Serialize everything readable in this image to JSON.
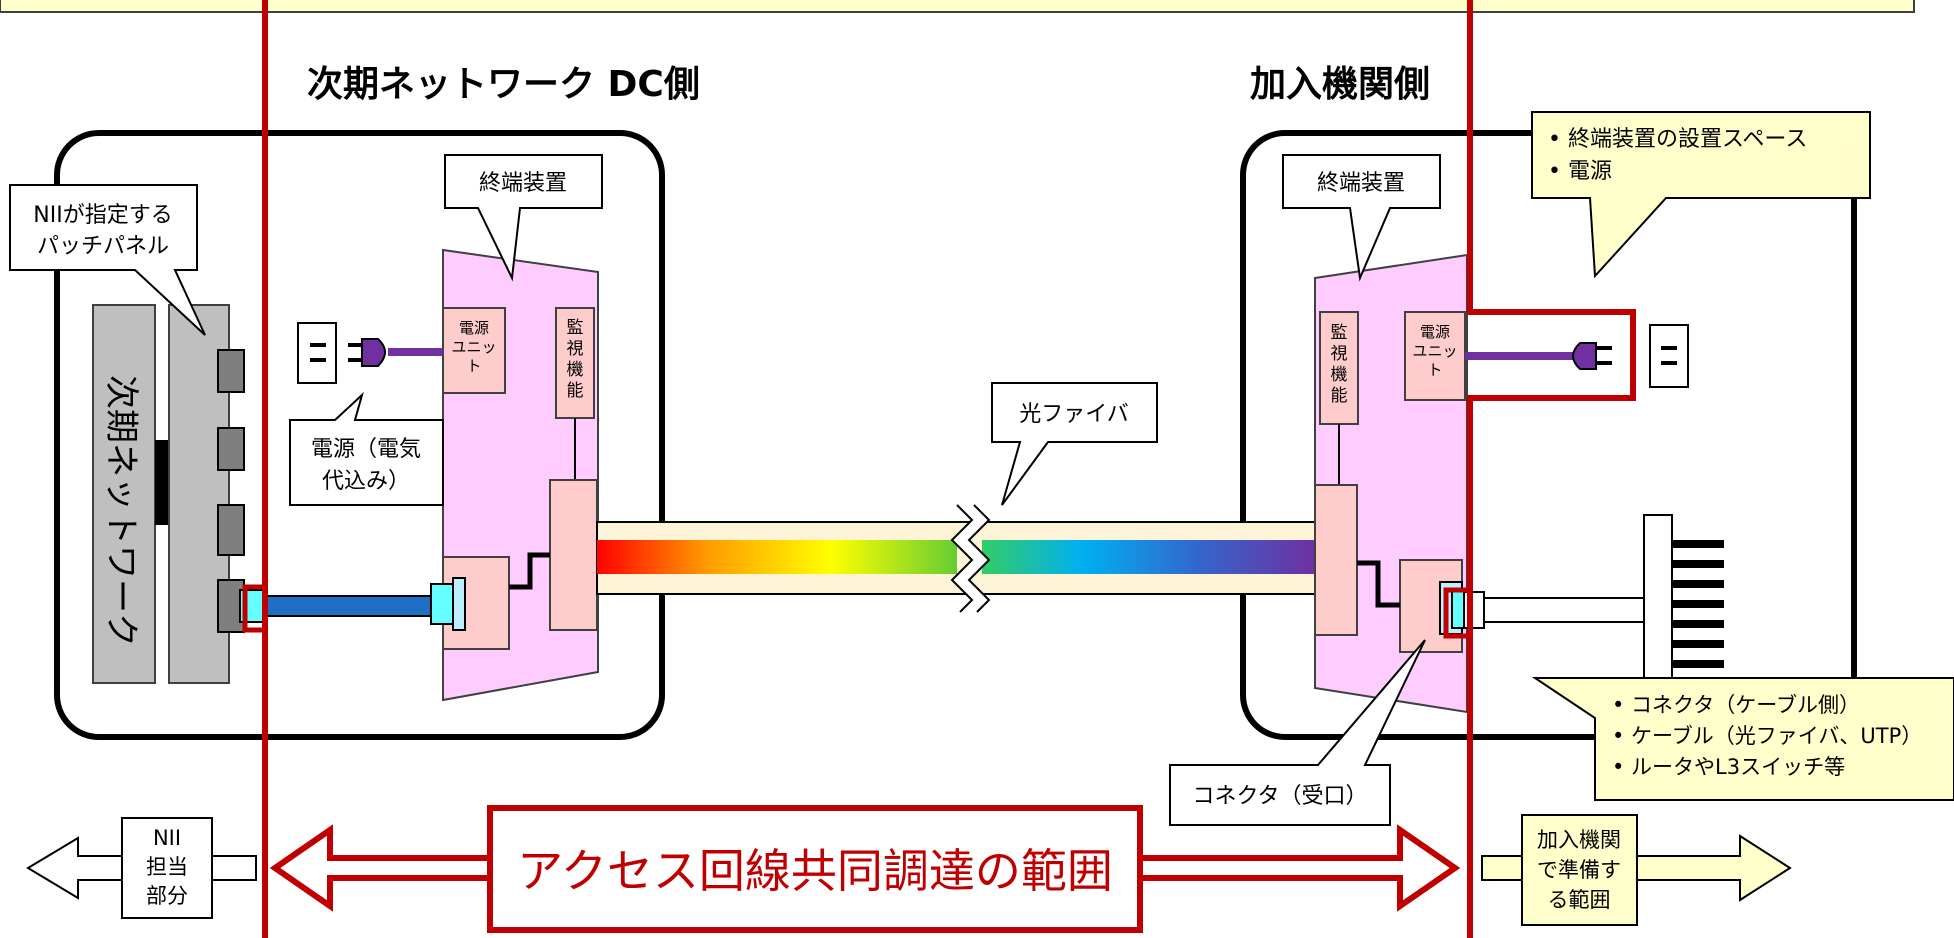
{
  "headings": {
    "dc_side": "次期ネットワーク DC側",
    "member_side": "加入機関側"
  },
  "patch_panel": {
    "label": "次期ネットワーク",
    "callout": [
      "NIIが指定する",
      "パッチパネル"
    ]
  },
  "dc": {
    "terminal_callout": "終端装置",
    "power_unit": [
      "電源",
      "ユニッ",
      "ト"
    ],
    "monitor": [
      "監",
      "視",
      "機",
      "能"
    ],
    "power_callout": [
      "電源（電気",
      "代込み）"
    ]
  },
  "fiber": {
    "callout": "光ファイバ"
  },
  "member": {
    "terminal_callout": "終端装置",
    "power_unit": [
      "電源",
      "ユニッ",
      "ト"
    ],
    "monitor": [
      "監",
      "視",
      "機",
      "能"
    ],
    "requirements_top": [
      "• 終端装置の設置スペース",
      "• 電源"
    ],
    "requirements_bottom": [
      "• コネクタ（ケーブル側）",
      "• ケーブル（光ファイバ、UTP）",
      "• ルータやL3スイッチ等"
    ],
    "connector_callout": "コネクタ（受口）"
  },
  "scope": {
    "nii_part": [
      "NII",
      "担当",
      "部分"
    ],
    "joint_procurement": "アクセス回線共同調達の範囲",
    "member_prepared": [
      "加入機関",
      "で準備す",
      "る範囲"
    ]
  },
  "colors": {
    "scope_red": "#c00000",
    "equipment_pink": "#ffccff",
    "unit_pink": "#ffcccc",
    "patch_gray": "#bfbfbf",
    "cable_blue": "#1f6fc5",
    "connector_cyan": "#66ffff",
    "power_cord_purple": "#7030a0",
    "note_yellow": "#ffffcc"
  }
}
